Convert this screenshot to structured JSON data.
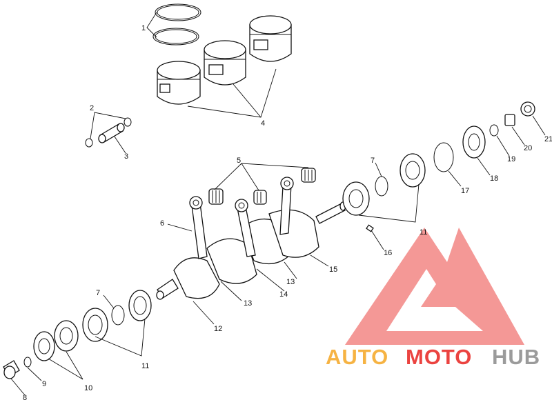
{
  "callouts": [
    {
      "id": "c1",
      "text": "1"
    },
    {
      "id": "c2",
      "text": "2"
    },
    {
      "id": "c3",
      "text": "3"
    },
    {
      "id": "c4",
      "text": "4"
    },
    {
      "id": "c5",
      "text": "5"
    },
    {
      "id": "c6",
      "text": "6"
    },
    {
      "id": "c7a",
      "text": "7"
    },
    {
      "id": "c7b",
      "text": "7"
    },
    {
      "id": "c8",
      "text": "8"
    },
    {
      "id": "c9",
      "text": "9"
    },
    {
      "id": "c10",
      "text": "10"
    },
    {
      "id": "c11a",
      "text": "11"
    },
    {
      "id": "c11b",
      "text": "11"
    },
    {
      "id": "c12",
      "text": "12"
    },
    {
      "id": "c13a",
      "text": "13"
    },
    {
      "id": "c13b",
      "text": "13"
    },
    {
      "id": "c14",
      "text": "14"
    },
    {
      "id": "c15",
      "text": "15"
    },
    {
      "id": "c16",
      "text": "16"
    },
    {
      "id": "c17",
      "text": "17"
    },
    {
      "id": "c18",
      "text": "18"
    },
    {
      "id": "c19",
      "text": "19"
    },
    {
      "id": "c20",
      "text": "20"
    },
    {
      "id": "c21",
      "text": "21"
    }
  ],
  "watermark": {
    "brand_part1": "AUTO",
    "brand_part2": "MOTO",
    "brand_part3": "HUB",
    "color_red": "#e8231f",
    "color_orange": "#f5a623",
    "color_gray": "#8a8a8a"
  }
}
